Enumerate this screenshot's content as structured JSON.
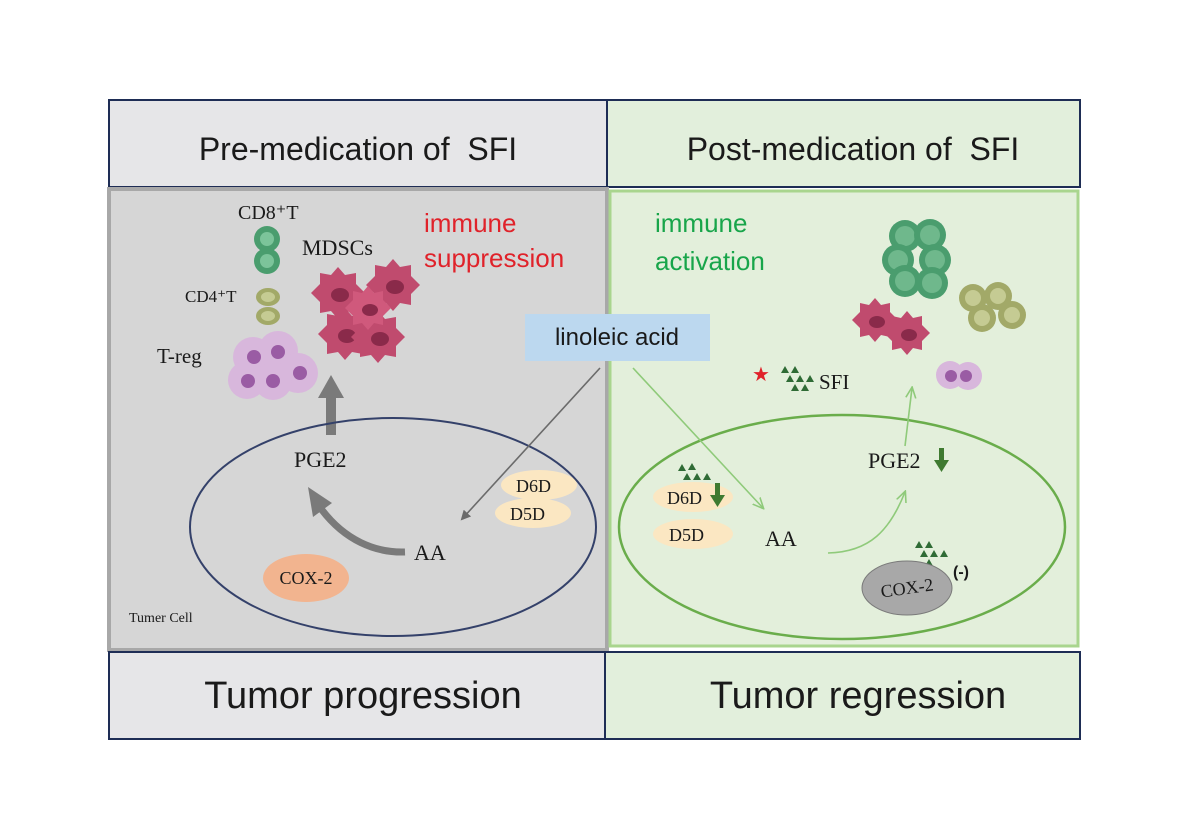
{
  "left_panel": {
    "header": "Pre-medication of  SFI",
    "footer": "Tumor progression",
    "cells": {
      "cd8": "CD8⁺T",
      "mdscs": "MDSCs",
      "cd4": "CD4⁺T",
      "treg": "T-reg"
    },
    "effect": {
      "line1": "immune",
      "line2": "suppression"
    },
    "pge2": "PGE2",
    "aa": "AA",
    "d6d": "D6D",
    "d5d": "D5D",
    "cox2": "COX-2",
    "cell_label": "Tumer Cell"
  },
  "right_panel": {
    "header": "Post-medication of  SFI",
    "footer": "Tumor regression",
    "effect": {
      "line1": "immune",
      "line2": "activation"
    },
    "sfi": "SFI",
    "pge2": "PGE2",
    "aa": "AA",
    "d6d": "D6D",
    "d5d": "D5D",
    "cox2": "COX-2",
    "inhibit": "(-)"
  },
  "center_label": "linoleic acid",
  "colors": {
    "frame": "#1e2d55",
    "left_header_bg": "#e6e6e8",
    "right_header_bg": "#e2efdc",
    "left_panel_bg": "#d6d6d6",
    "right_panel_bg": "#e3efdb",
    "suppression_red": "#e0222a",
    "activation_green": "#18a54a",
    "linoleic_bg": "#bcd8ef",
    "enzyme_bg": "#fbe7c2",
    "cox2_left": "#f2b48f",
    "cox2_right": "#a8a8a8",
    "down_arrow": "#3f7a30"
  }
}
